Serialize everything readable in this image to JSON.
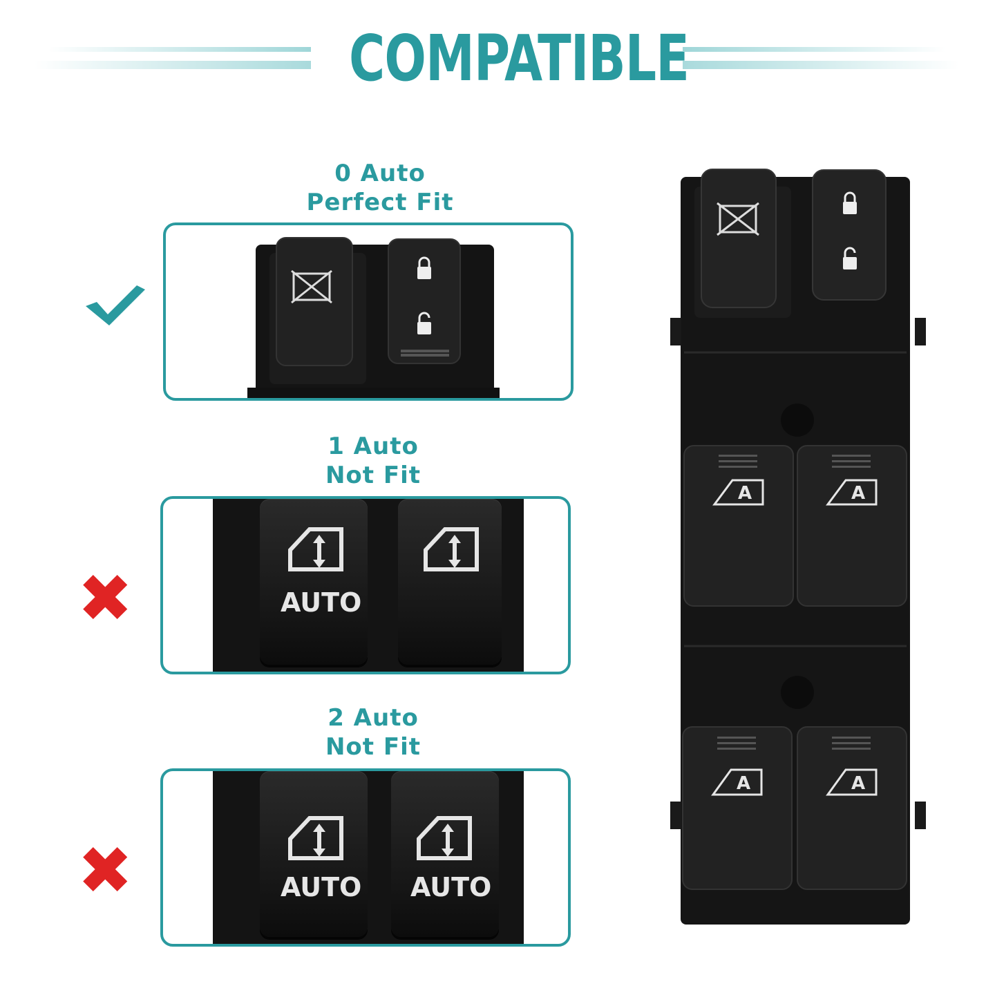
{
  "header": {
    "title": "COMPATIBLE"
  },
  "options": [
    {
      "line1": "0 Auto",
      "line2": "Perfect  Fit",
      "mark": "check-icon"
    },
    {
      "line1": "1 Auto",
      "line2": "Not Fit",
      "mark": "cross-icon",
      "key_labels": [
        "AUTO"
      ]
    },
    {
      "line1": "2 Auto",
      "line2": "Not Fit",
      "mark": "cross-icon",
      "key_labels": [
        "AUTO",
        "AUTO"
      ]
    }
  ],
  "colors": {
    "accent": "#2a9a9f",
    "cross": "#e02424",
    "plastic": "#141414"
  },
  "product": {
    "window_key_letter": "A"
  }
}
